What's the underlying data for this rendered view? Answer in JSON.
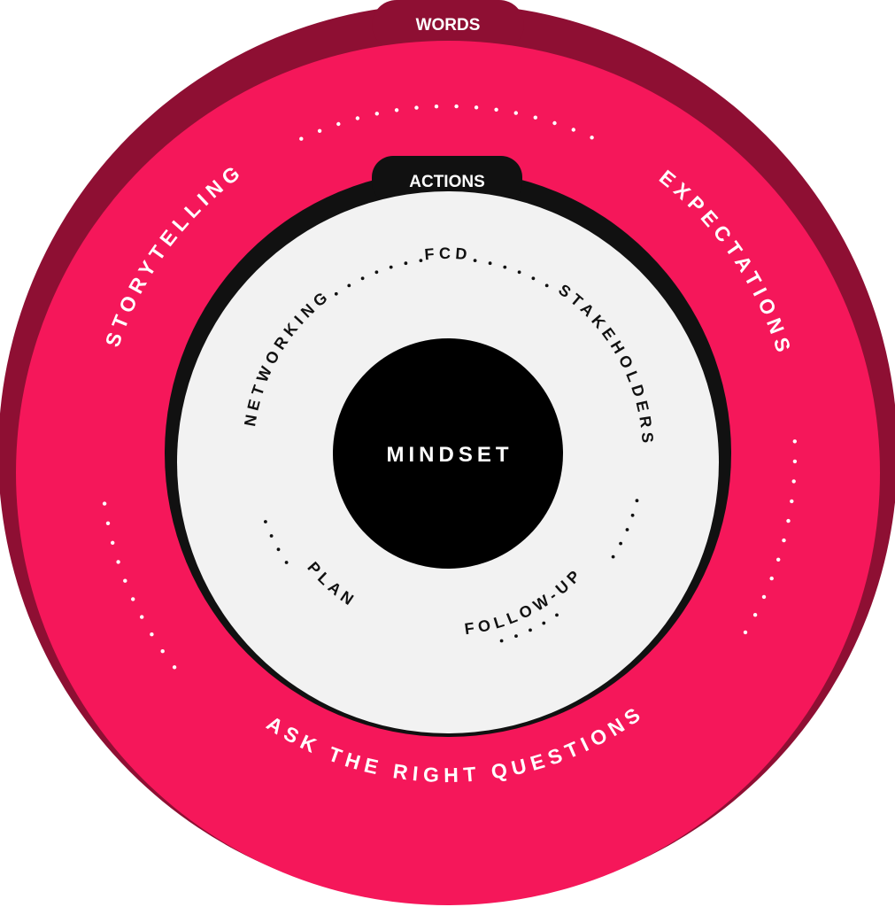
{
  "diagram": {
    "words_label": "WORDS",
    "actions_label": "ACTIONS",
    "center_label": "MINDSET",
    "outer_items": {
      "storytelling": "STORYTELLING",
      "expectations": "EXPECTATIONS",
      "ask": "ASK THE RIGHT QUESTIONS"
    },
    "inner_items": {
      "fcd": "FCD",
      "stakeholders": "STAKEHOLDERS",
      "networking": "NETWORKING",
      "plan": "PLAN",
      "follow_up": "FOLLOW-UP"
    }
  },
  "colors": {
    "outer_rim": "#8e0f33",
    "outer_fill": "#f5175a",
    "inner_rim": "#111111",
    "inner_fill": "#f2f2f2",
    "center_fill": "#000000",
    "dot_outer": "#ffffff",
    "dot_inner": "#111111"
  }
}
